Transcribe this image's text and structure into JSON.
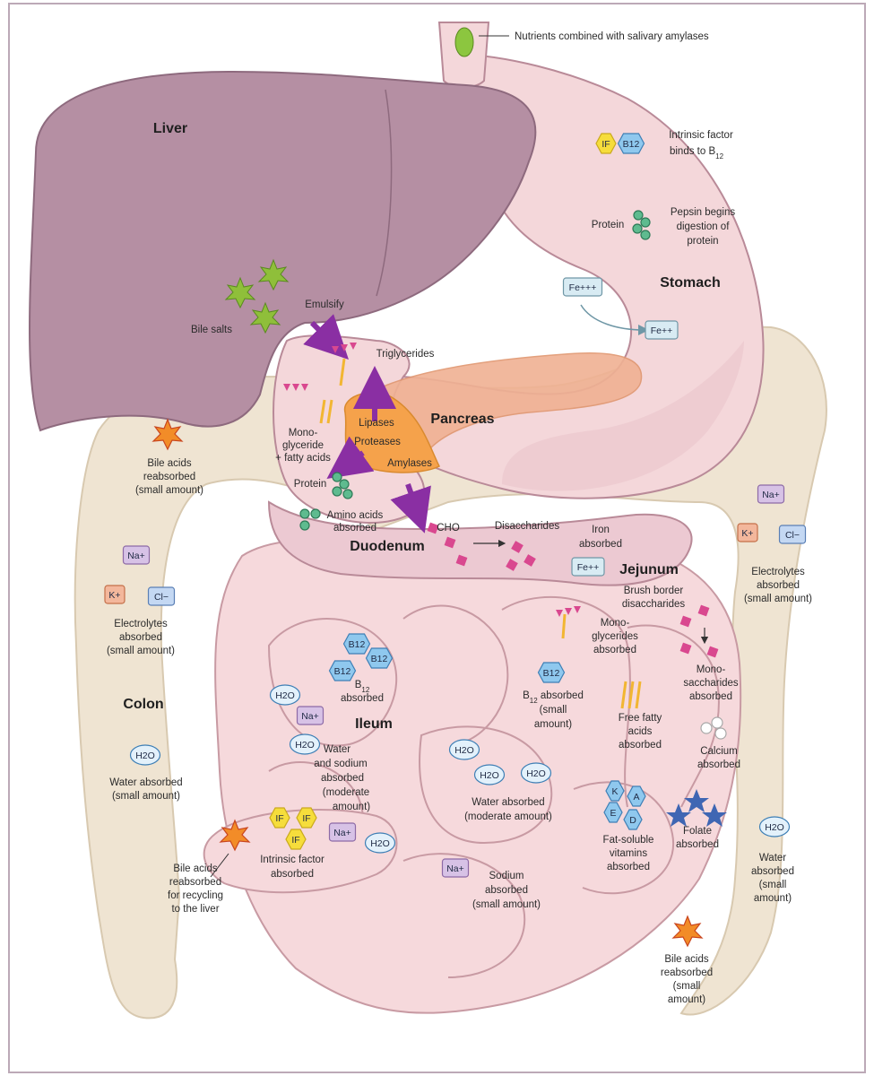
{
  "organs": {
    "liver": "Liver",
    "stomach": "Stomach",
    "pancreas": "Pancreas",
    "duodenum": "Duodenum",
    "jejunum": "Jejunum",
    "ileum": "Ileum",
    "colon": "Colon"
  },
  "labels": {
    "nutrients": "Nutrients combined with salivary amylases",
    "intrinsic": [
      "Intrinsic factor",
      "binds to B",
      "12"
    ],
    "protein_stomach": "Protein",
    "pepsin": [
      "Pepsin begins",
      "digestion of",
      "protein"
    ],
    "fe_in": "Fe+++",
    "fe_out": "Fe++",
    "emulsify": "Emulsify",
    "bile_salts": "Bile salts",
    "triglycerides": "Triglycerides",
    "monoglyceride": [
      "Mono-",
      "glyceride",
      "+ fatty acids"
    ],
    "lipases": "Lipases",
    "proteases": "Proteases",
    "amylases": "Amylases",
    "protein_duod": "Protein",
    "amino": [
      "Amino acids",
      "absorbed"
    ],
    "cho": "CHO",
    "disaccharides": "Disaccharides",
    "iron": [
      "Iron",
      "absorbed"
    ],
    "fe_duod": "Fe++",
    "bile_left": [
      "Bile acids",
      "reabsorbed",
      "(small amount)"
    ],
    "electrolytes_left": [
      "Electrolytes",
      "absorbed",
      "(small amount)"
    ],
    "electrolytes_right": [
      "Electrolytes",
      "absorbed",
      "(small amount)"
    ],
    "water_colon": [
      "Water absorbed",
      "(small amount)"
    ],
    "brush": [
      "Brush border",
      "disaccharides"
    ],
    "monoglycerides_abs": [
      "Mono-",
      "glycerides",
      "absorbed"
    ],
    "mono_sacch": [
      "Mono-",
      "saccharides",
      "absorbed"
    ],
    "b12_ileum": [
      "B",
      "12",
      "absorbed"
    ],
    "b12_small": [
      "B",
      "12",
      " absorbed",
      "(small",
      "amount)"
    ],
    "free_fatty": [
      "Free fatty",
      "acids",
      "absorbed"
    ],
    "calcium": [
      "Calcium",
      "absorbed"
    ],
    "water_sodium": [
      "Water",
      "and sodium",
      "absorbed",
      "(moderate",
      "amount)"
    ],
    "water_mod": [
      "Water absorbed",
      "(moderate amount)"
    ],
    "fat_vitamins": [
      "Fat-soluble",
      "vitamins",
      "absorbed"
    ],
    "folate": [
      "Folate",
      "absorbed"
    ],
    "water_right": [
      "Water",
      "absorbed",
      "(small",
      "amount)"
    ],
    "intrinsic_abs": [
      "Intrinsic factor",
      "absorbed"
    ],
    "bile_recycle": [
      "Bile acids",
      "reabsorbed",
      "for recycling",
      "to the liver"
    ],
    "sodium_small": [
      "Sodium",
      "absorbed",
      "(small amount)"
    ],
    "bile_right": [
      "Bile acids",
      "reabsorbed",
      "(small",
      "amount)"
    ]
  },
  "chips": {
    "if": "IF",
    "b12": "B12",
    "na": "Na+",
    "k": "K+",
    "cl": "Cl−",
    "h2o": "H2O",
    "vit_k": "K",
    "vit_a": "A",
    "vit_e": "E",
    "vit_d": "D"
  },
  "colors": {
    "liver": "#b58fa3",
    "stomach": "#f4d7da",
    "intestine": "#f6d9dc",
    "colon": "#efe4d2",
    "pancreas": "#f0b193",
    "arrow": "#8a2fa3",
    "sugar": "#d9488f",
    "bile_star": "#8fbf3a"
  }
}
